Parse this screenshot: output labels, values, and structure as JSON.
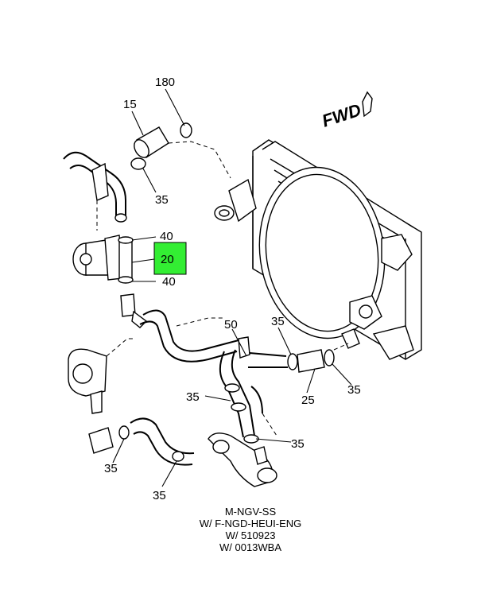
{
  "highlight_color": "#33ee33",
  "callouts": {
    "c180": "180",
    "c15": "15",
    "c35_top": "35",
    "c40_top": "40",
    "c20": "20",
    "c40_bottom": "40",
    "c50": "50",
    "c35_mid_right": "35",
    "c25": "25",
    "c35_right": "35",
    "c35_center": "35",
    "c35_lower_right": "35",
    "c35_left": "35",
    "c35_bottom": "35"
  },
  "fwd_label": "FWD",
  "icons": {
    "direction": "forward-arrow-icon"
  },
  "notes": [
    "M-NGV-SS",
    "W/ F-NGD-HEUI-ENG",
    "W/ 510923",
    "W/ 0013WBA"
  ]
}
